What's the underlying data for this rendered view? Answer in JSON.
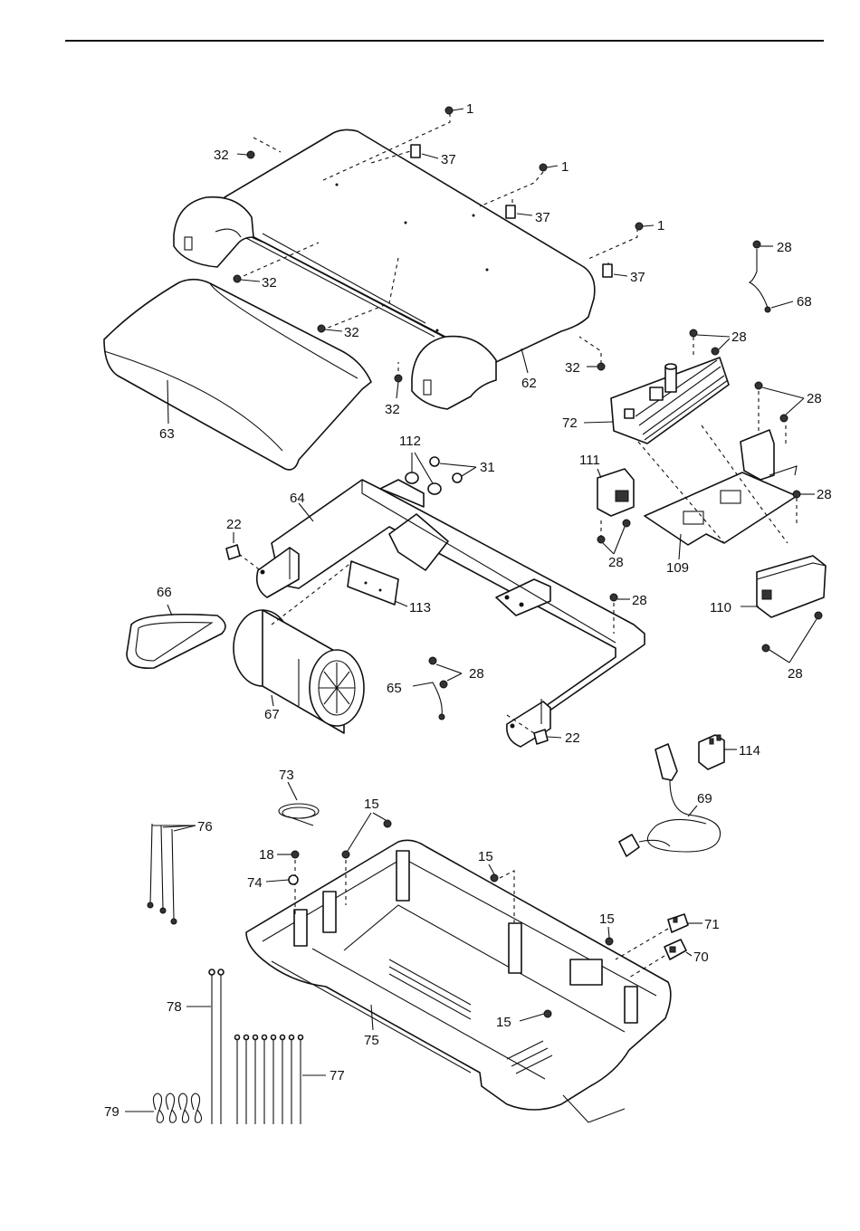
{
  "labels": {
    "l1a": "1",
    "l1b": "1",
    "l1c": "1",
    "l37a": "37",
    "l37b": "37",
    "l37c": "37",
    "l32a": "32",
    "l32b": "32",
    "l32c": "32",
    "l32d": "32",
    "l32e": "32",
    "l62": "62",
    "l63": "63",
    "l28a": "28",
    "l28b": "28",
    "l28c": "28",
    "l28d": "28",
    "l28e": "28",
    "l28f": "28",
    "l28g": "28",
    "l28h": "28",
    "l68": "68",
    "l72": "72",
    "l111": "111",
    "l109": "109",
    "l110": "110",
    "l112": "112",
    "l31": "31",
    "l64": "64",
    "l22a": "22",
    "l22b": "22",
    "l66": "66",
    "l113": "113",
    "l67": "67",
    "l65": "65",
    "l114": "114",
    "l69": "69",
    "l73": "73",
    "l76": "76",
    "l15a": "15",
    "l15b": "15",
    "l15c": "15",
    "l15d": "15",
    "l18": "18",
    "l74": "74",
    "l71": "71",
    "l70": "70",
    "l78": "78",
    "l75": "75",
    "l77": "77",
    "l79": "79"
  }
}
